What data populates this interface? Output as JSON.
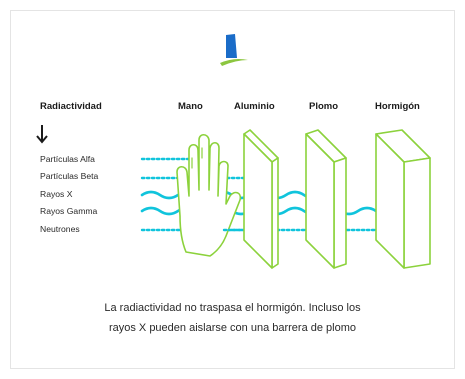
{
  "headers": {
    "radiation": "Radiactividad",
    "hand": "Mano",
    "aluminum": "Aluminio",
    "lead": "Plomo",
    "concrete": "Hormigón"
  },
  "radiation_types": [
    "Partículas Alfa",
    "Partículas Beta",
    "Rayos X",
    "Rayos Gamma",
    "Neutrones"
  ],
  "caption": {
    "line1": "La radiactividad no traspasa el hormigón. Incluso los",
    "line2": "rayos X pueden aislarse con una barrera de plomo"
  },
  "colors": {
    "barrier_green": "#8cd23c",
    "ray_cyan": "#10c4dc",
    "logo_blue": "#1a6cc8",
    "logo_green": "#8cc63f",
    "text_dark": "#1b1b1b"
  },
  "icons": [
    "logo-icon",
    "down-arrow-icon",
    "hand-icon"
  ]
}
